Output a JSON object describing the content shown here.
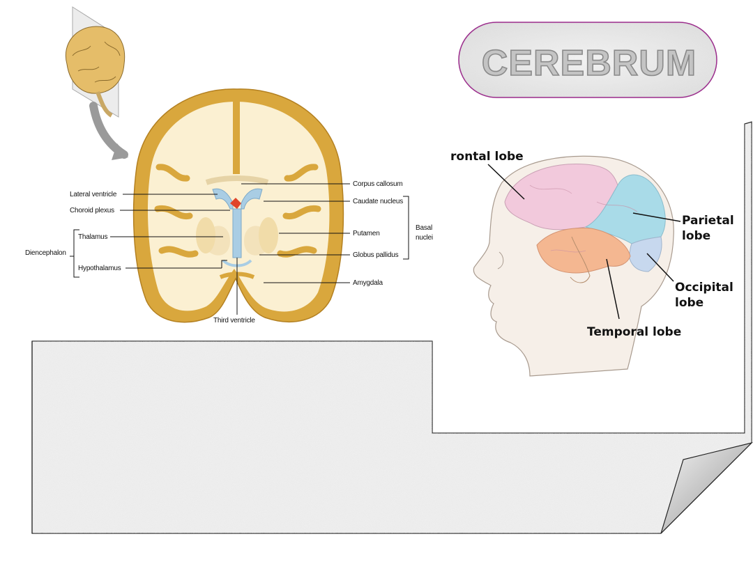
{
  "title": "CEREBRUM",
  "coronal_section": {
    "labels_left": [
      "Lateral ventricle",
      "Choroid plexus",
      "Thalamus",
      "Hypothalamus"
    ],
    "group_left": "Diencephalon",
    "labels_right": [
      "Corpus callosum",
      "Caudate nucleus",
      "Putamen",
      "Globus pallidus",
      "Amygdala"
    ],
    "group_right_line1": "Basal",
    "group_right_line2": "nuclei",
    "label_bottom": "Third ventricle"
  },
  "head_lobes": {
    "frontal": "rontal lobe",
    "parietal_line1": "Parietal",
    "parietal_line2": "lobe",
    "occipital_line1": "Occipital",
    "occipital_line2": "lobe",
    "temporal": "Temporal lobe"
  },
  "colors": {
    "cortex": "#d9a73d",
    "white_matter": "#fbf0d2",
    "ventricle": "#a9cde4",
    "choroid": "#e0442a",
    "frontal_lobe": "#f2c9dc",
    "parietal_lobe": "#a9dbe8",
    "occipital_lobe": "#c7d8ee",
    "temporal_lobe": "#f4b791",
    "title_border": "#9b2c8c"
  }
}
